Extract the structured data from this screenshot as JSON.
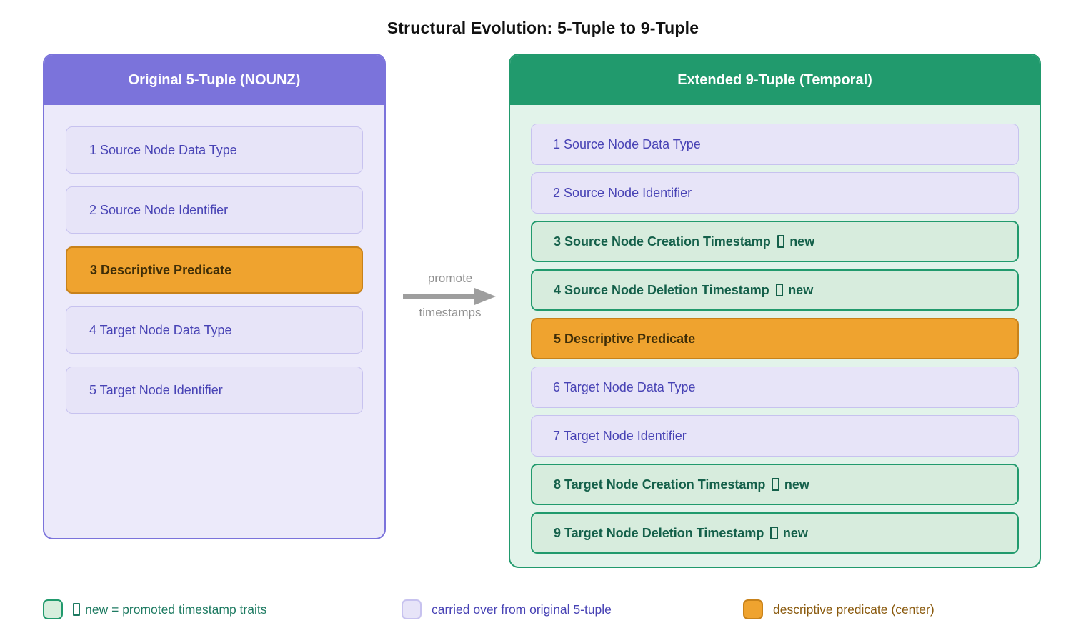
{
  "title": "Structural Evolution: 5-Tuple to 9-Tuple",
  "left_panel": {
    "header": "Original 5-Tuple (NOUNZ)",
    "items": [
      {
        "label": "1 Source Node Data Type",
        "type": "carried"
      },
      {
        "label": "2 Source Node Identifier",
        "type": "carried"
      },
      {
        "label": "3 Descriptive Predicate",
        "type": "predicate"
      },
      {
        "label": "4 Target Node Data Type",
        "type": "carried"
      },
      {
        "label": "5 Target Node Identifier",
        "type": "carried"
      }
    ]
  },
  "arrow": {
    "label_top": "promote",
    "label_bottom": "timestamps"
  },
  "right_panel": {
    "header": "Extended 9-Tuple (Temporal)",
    "items": [
      {
        "label": "1 Source Node Data Type",
        "type": "carried"
      },
      {
        "label": "2 Source Node Identifier",
        "type": "carried"
      },
      {
        "label": "3 Source Node Creation Timestamp",
        "suffix": "new",
        "type": "new"
      },
      {
        "label": "4 Source Node Deletion Timestamp",
        "suffix": "new",
        "type": "new"
      },
      {
        "label": "5 Descriptive Predicate",
        "type": "predicate"
      },
      {
        "label": "6 Target Node Data Type",
        "type": "carried"
      },
      {
        "label": "7 Target Node Identifier",
        "type": "carried"
      },
      {
        "label": "8 Target Node Creation Timestamp",
        "suffix": "new",
        "type": "new"
      },
      {
        "label": "9 Target Node Deletion Timestamp",
        "suffix": "new",
        "type": "new"
      }
    ]
  },
  "legend": [
    {
      "key": "new",
      "label": "new = promoted timestamp traits"
    },
    {
      "key": "carried",
      "label": "carried over from original 5-tuple"
    },
    {
      "key": "predicate",
      "label": "descriptive predicate (center)"
    }
  ],
  "colors": {
    "left_header_purple": "#7B73DB",
    "left_body_lavender": "#ECEAFA",
    "carried_item_bg": "#E7E4F8",
    "carried_item_text": "#4843B5",
    "predicate_orange_bg": "#EFA32F",
    "predicate_orange_border": "#C8821A",
    "right_header_green": "#219A6D",
    "right_body_mint": "#E2F3EA",
    "new_item_bg": "#D7ECDD",
    "new_item_text": "#14604A",
    "arrow_gray": "#9E9E9E"
  }
}
